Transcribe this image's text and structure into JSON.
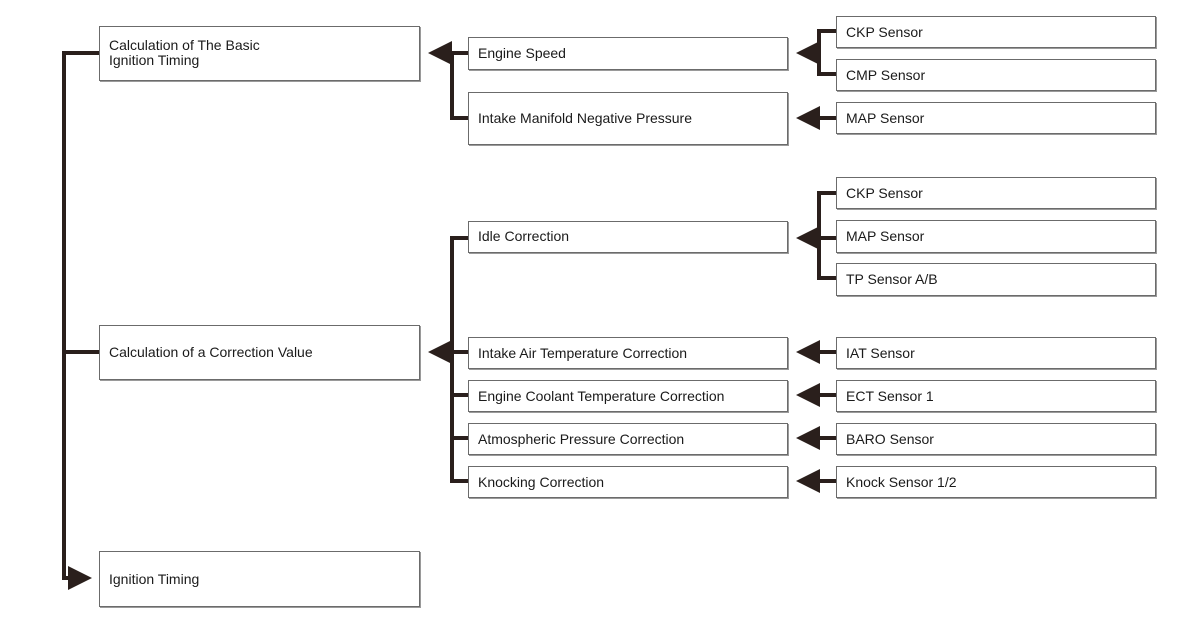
{
  "colors": {
    "line": "#2a1f1c",
    "box_border": "#6b6b6b",
    "text": "#1a1a1a"
  },
  "calc_basic": {
    "line1": "Calculation of The Basic",
    "line2": "Ignition Timing"
  },
  "calc_correction": {
    "label": "Calculation of a Correction Value"
  },
  "ignition_timing": {
    "label": "Ignition Timing"
  },
  "inputs": {
    "engine_speed": "Engine Speed",
    "intake_manifold": "Intake Manifold Negative Pressure",
    "idle_correction": "Idle Correction",
    "iat_correction": "Intake Air Temperature Correction",
    "ect_correction": "Engine Coolant Temperature Correction",
    "baro_correction": "Atmospheric Pressure Correction",
    "knock_correction": "Knocking Correction"
  },
  "sensors": {
    "ckp_1": "CKP Sensor",
    "cmp": "CMP Sensor",
    "map_1": "MAP Sensor",
    "ckp_2": "CKP Sensor",
    "map_2": "MAP Sensor",
    "tp": "TP Sensor A/B",
    "iat": "IAT Sensor",
    "ect": "ECT Sensor 1",
    "baro": "BARO Sensor",
    "knock": "Knock Sensor 1/2"
  }
}
